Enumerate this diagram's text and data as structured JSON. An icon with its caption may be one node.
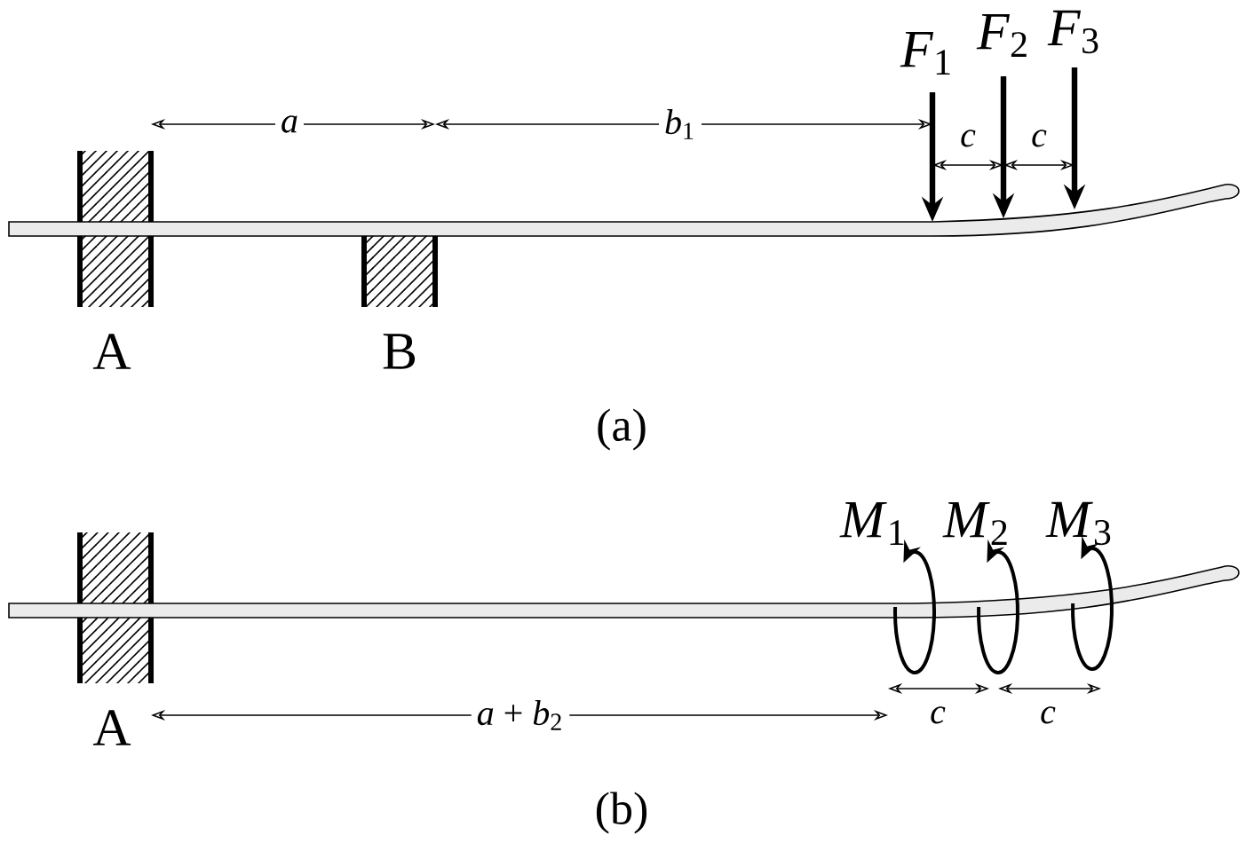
{
  "diagram": {
    "labels": [
      "*F*$_{1}$",
      "*F*$_{2}$",
      "*F*$_{3}$",
      "*a*",
      "*b*$_{1}$",
      "*c*",
      "*c*",
      "A",
      "B",
      "(a)",
      "*M*$_{1}$",
      "*M*$_{2}$",
      "*M*$_{3}$",
      "A",
      "*a* + *b*$_{2}$",
      "*c*",
      "*c*",
      "(b)"
    ]
  }
}
